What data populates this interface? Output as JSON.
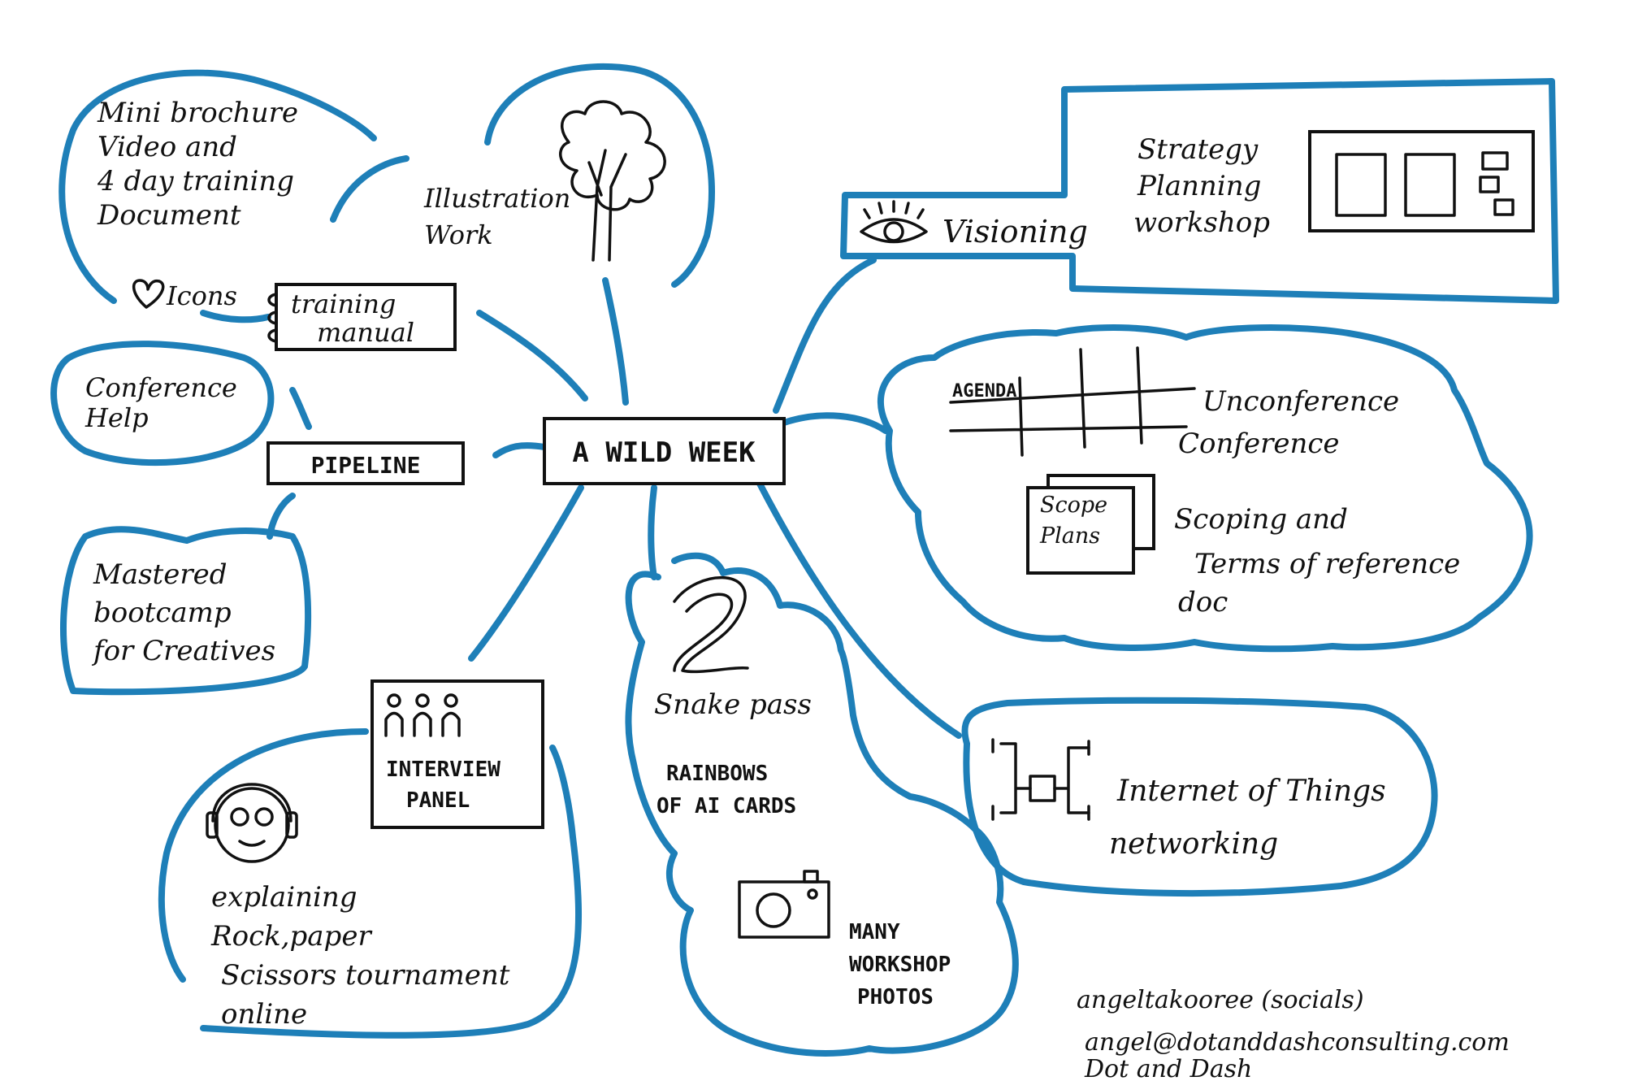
{
  "center": "A WILD WEEK",
  "brochure": [
    "Mini brochure",
    "Video and",
    "4 day training",
    "Document"
  ],
  "icons_label": "Icons",
  "training_manual": [
    "training",
    "manual"
  ],
  "illustration": [
    "Illustration",
    "Work"
  ],
  "conference_help": [
    "Conference",
    "Help"
  ],
  "pipeline": "PIPELINE",
  "bootcamp": [
    "Mastered",
    "bootcamp",
    "for Creatives"
  ],
  "interview_panel": [
    "INTERVIEW",
    "PANEL"
  ],
  "rps": [
    "explaining",
    "Rock,paper",
    "Scissors tournament",
    "online"
  ],
  "snake_pass": "Snake pass",
  "rainbows": [
    "RAINBOWS",
    "OF AI CARDS"
  ],
  "workshop_photos": [
    "MANY",
    "WORKSHOP",
    "PHOTOS"
  ],
  "visioning": "Visioning",
  "strategy": [
    "Strategy",
    "Planning",
    "workshop"
  ],
  "agenda": "AGENDA",
  "unconference": [
    "Unconference",
    "Conference"
  ],
  "scope_plans": [
    "Scope",
    "Plans"
  ],
  "scoping": [
    "Scoping and",
    "Terms of reference",
    "doc"
  ],
  "iot": [
    "Internet of Things",
    "networking"
  ],
  "contact": [
    "angeltakooree (socials)",
    "angel@dotanddashconsulting.com",
    "Dot and Dash"
  ],
  "colors": {
    "accent": "#1e7fb8",
    "ink": "#111111"
  }
}
